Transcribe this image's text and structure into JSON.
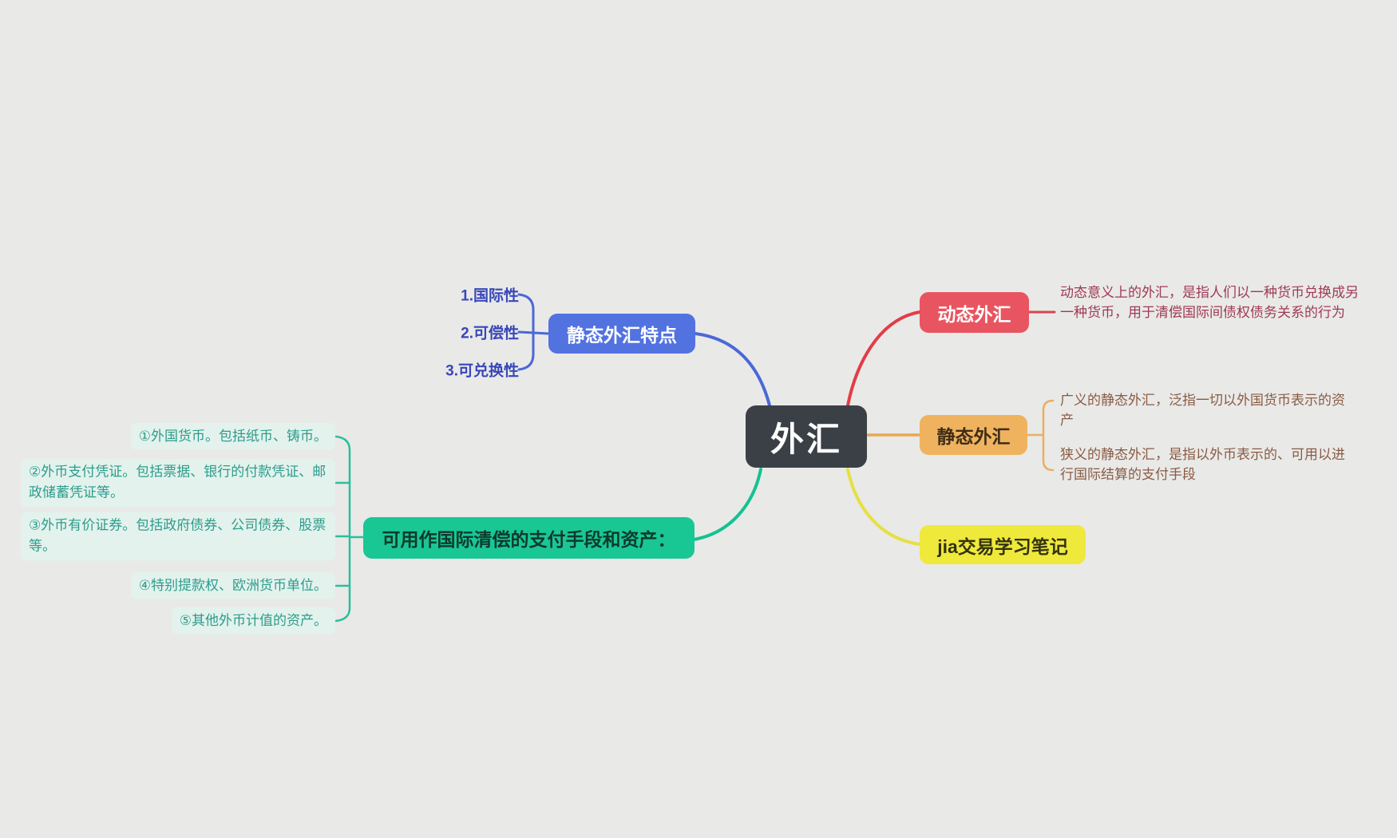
{
  "root": {
    "label": "外汇"
  },
  "branches": {
    "static_features": {
      "label": "静态外汇特点",
      "children": [
        {
          "label": "1.国际性"
        },
        {
          "label": "2.可偿性"
        },
        {
          "label": "3.可兑换性"
        }
      ]
    },
    "dynamic": {
      "label": "动态外汇",
      "note": "动态意义上的外汇，是指人们以一种货币兑换成另一种货币，用于清偿国际间债权债务关系的行为"
    },
    "static": {
      "label": "静态外汇",
      "notes": [
        "广义的静态外汇，泛指一切以外国货币表示的资产",
        "狭义的静态外汇，是指以外币表示的、可用以进行国际结算的支付手段"
      ]
    },
    "study_notes": {
      "label": "jia交易学习笔记"
    },
    "payment": {
      "label": "可用作国际清偿的支付手段和资产：",
      "items": [
        "①外国货币。包括纸币、铸币。",
        "②外币支付凭证。包括票据、银行的付款凭证、邮政储蓄凭证等。",
        "③外币有价证券。包括政府债券、公司债券、股票等。",
        "④特别提款权、欧洲货币单位。",
        "⑤其他外币计值的资产。"
      ]
    }
  },
  "colors": {
    "background": "#e9e9e8",
    "root_bg": "#3b4046",
    "blue": "#5272e0",
    "blue_line": "#4a68d8",
    "blue_text": "#3847b8",
    "red": "#e85560",
    "red_line": "#e23d44",
    "maroon_text": "#a03a55",
    "orange": "#efb35f",
    "orange_line": "#e9a84e",
    "brown_text": "#8a5c43",
    "yellow": "#efe93c",
    "yellow_line": "#e5e043",
    "green": "#19c795",
    "green_line": "#14c290",
    "mint_bg": "#e3f2ec",
    "teal_text": "#2c9c8d"
  }
}
